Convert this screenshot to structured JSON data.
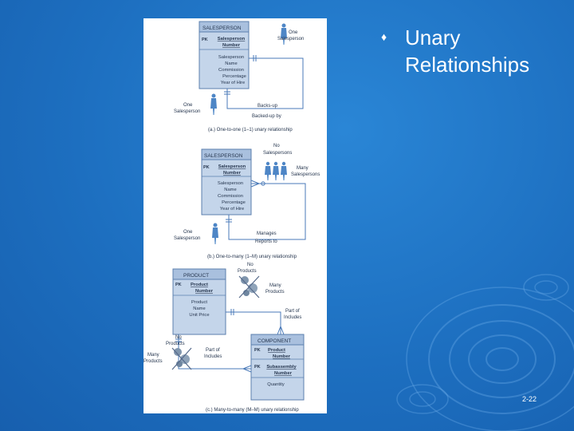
{
  "slide": {
    "title": "Unary\nRelationships",
    "slide_number": "2-22"
  },
  "diagram": {
    "part_a": {
      "entity": "SALESPERSON",
      "pk_tag": "PK",
      "pk_line1": "Salesperson",
      "pk_line2": "Number",
      "attrs": [
        "Salesperson",
        "Name",
        "Commission",
        "Percentage",
        "Year of Hire"
      ],
      "label_one_top": [
        "One",
        "Salesperson"
      ],
      "label_one_left": [
        "One",
        "Salesperson"
      ],
      "rel_line1": "Backs-up",
      "rel_line2": "Backed-up by",
      "caption": "(a.) One-to-one (1–1) unary relationship"
    },
    "part_b": {
      "entity": "SALESPERSON",
      "pk_tag": "PK",
      "pk_line1": "Salesperson",
      "pk_line2": "Number",
      "attrs": [
        "Salesperson",
        "Name",
        "Commission",
        "Percentage",
        "Year of Hire"
      ],
      "label_no": [
        "No",
        "Salespersons"
      ],
      "label_many": [
        "Many",
        "Salespersons"
      ],
      "label_one": [
        "One",
        "Salesperson"
      ],
      "rel_line1": "Manages",
      "rel_line2": "Reports to",
      "caption": "(b.) One-to-many (1–M) unary relationship"
    },
    "part_c": {
      "entity1": "PRODUCT",
      "e1_pk_tag": "PK",
      "e1_pk_line1": "Product",
      "e1_pk_line2": "Number",
      "e1_attrs": [
        "Product",
        "Name",
        "Unit Price"
      ],
      "entity2": "COMPONENT",
      "e2_pk1_tag": "PK",
      "e2_pk1_line1": "Product",
      "e2_pk1_line2": "Number",
      "e2_pk2_tag": "PK",
      "e2_pk2_line1": "Subassembly",
      "e2_pk2_line2": "Number",
      "e2_attr": "Quantity",
      "label_no_top": [
        "No",
        "Products"
      ],
      "label_many_right": [
        "Many",
        "Products"
      ],
      "label_no_left": [
        "No",
        "Products"
      ],
      "label_many_left": [
        "Many",
        "Products"
      ],
      "rel_right_line1": "Part of",
      "rel_right_line2": "Includes",
      "rel_left_line1": "Part of",
      "rel_left_line2": "Includes",
      "caption": "(c.) Many-to-many (M–M) unary relationship"
    }
  },
  "colors": {
    "background": "#1d6fc0",
    "entity_fill": "#c4d5ea",
    "entity_header": "#a9c0de",
    "entity_border": "#5b7fae",
    "connector": "#4a7ab8",
    "text": "#26364f"
  }
}
